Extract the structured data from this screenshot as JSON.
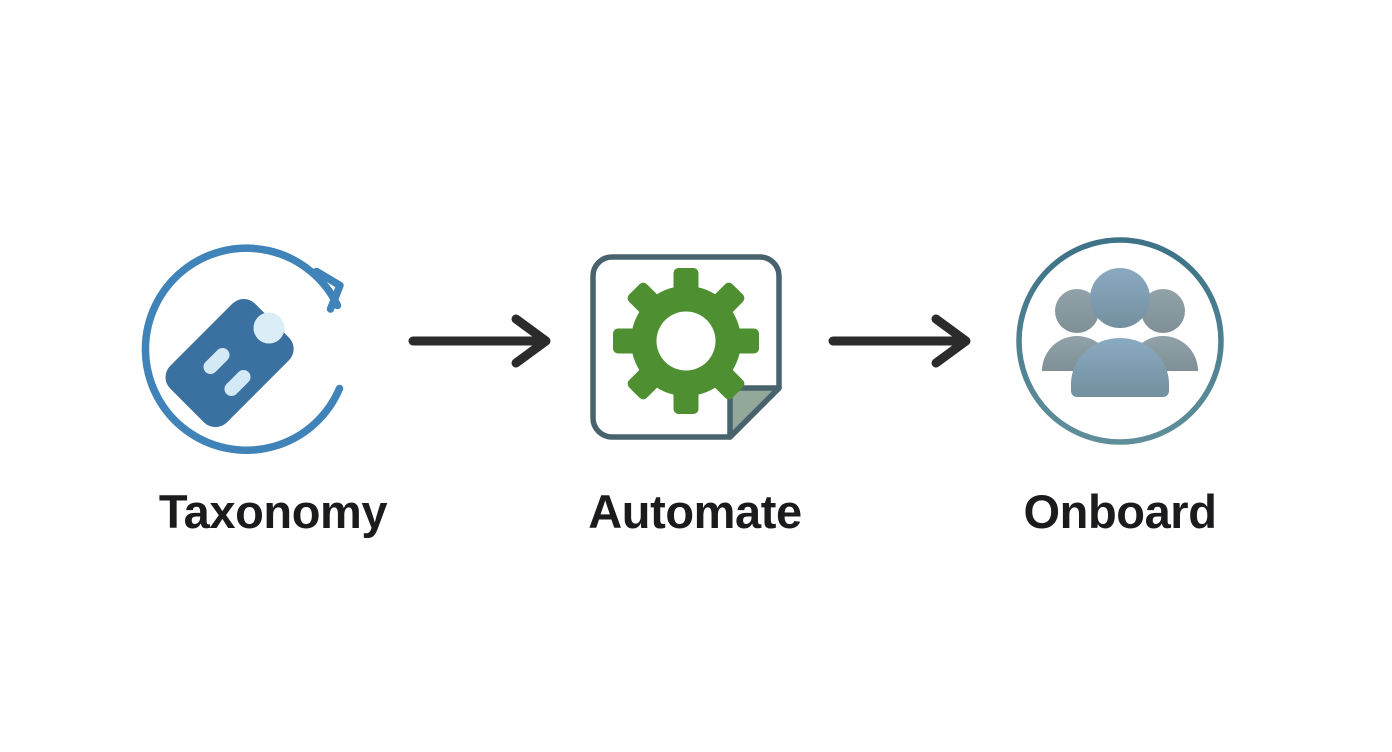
{
  "diagram": {
    "title": "Taxonomy to Automate to Onboard process flow",
    "type": "horizontal-process-flow",
    "background_color": "#ffffff",
    "step_count": 3,
    "arrow_count": 2,
    "label_color": "#1b1b1d",
    "arrow_color": "#2b2b2b"
  },
  "steps": [
    {
      "id": "taxonomy",
      "label": "Taxonomy",
      "icon_name": "tag-refresh-cycle-icon",
      "colors": {
        "circle_arrow": "#3f83b8",
        "tag_fill": "#3a71a0",
        "tag_accent": "#dbeef8"
      }
    },
    {
      "id": "automate",
      "label": "Automate",
      "icon_name": "document-gear-icon",
      "colors": {
        "document_stroke": "#48636d",
        "document_fill": "#ffffff",
        "fold_fill": "#93a79b",
        "gear": "#4e8f32"
      }
    },
    {
      "id": "onboard",
      "label": "Onboard",
      "icon_name": "people-group-circle-icon",
      "colors": {
        "circle_stroke_top": "#3d7287",
        "circle_stroke_bottom": "#5c8b99",
        "person_center": "#7fa0b6",
        "person_side": "#8b9aa1"
      }
    }
  ],
  "arrows": [
    {
      "id": "arrow-1",
      "from": "taxonomy",
      "to": "automate",
      "color": "#2b2b2b"
    },
    {
      "id": "arrow-2",
      "from": "automate",
      "to": "onboard",
      "color": "#2b2b2b"
    }
  ]
}
